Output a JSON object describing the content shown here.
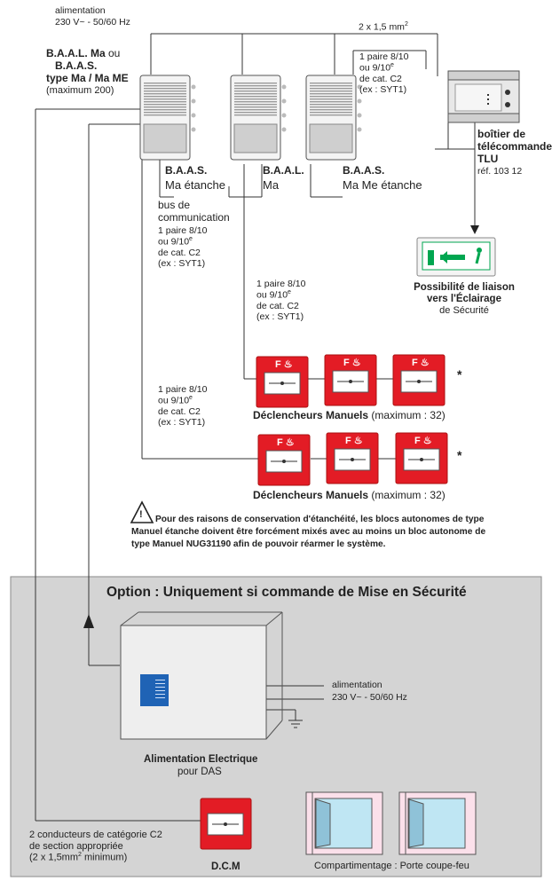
{
  "top_supply": {
    "title": "alimentation",
    "voltage": "230 V~ - 50/60 Hz"
  },
  "baal_group": {
    "line1": "B.A.A.L. Ma",
    "line1_suffix": " ou",
    "line2": "B.A.A.S.",
    "line3": "type Ma / Ma ME",
    "note": "(maximum 200)"
  },
  "wire_top": {
    "label": "2 x 1,5 mm",
    "sup": "2"
  },
  "cable_c2": {
    "l1": "1 paire 8/10",
    "l2": "ou 9/10",
    "deg": "e",
    "l3": "de cat. C2",
    "l4": "(ex : SYT1)"
  },
  "units": [
    {
      "title": "B.A.A.S.",
      "subtitle": "Ma étanche"
    },
    {
      "title": "B.A.A.L.",
      "subtitle": "Ma"
    },
    {
      "title": "B.A.A.S.",
      "subtitle": "Ma Me étanche"
    }
  ],
  "tlu": {
    "line1": "boîtier de",
    "line2": "télécommande",
    "line3": "TLU",
    "ref": "réf. 103 12"
  },
  "bus": {
    "l1": "bus de",
    "l2": "communication"
  },
  "exit_sign": {
    "l1": "Possibilité de liaison",
    "l2": "vers l'Éclairage",
    "l3": "de Sécurité"
  },
  "call_point_label": "F",
  "asterisk": "*",
  "manual_group_1": {
    "title": "Déclencheurs Manuels",
    "note": " (maximum : 32)"
  },
  "manual_group_2": {
    "title": "Déclencheurs Manuels",
    "note": " (maximum : 32)"
  },
  "warning": {
    "symbol": "!",
    "l1": "Pour des raisons de conservation d'étanchéité, les blocs autonomes de type",
    "l2": "Manuel étanche doivent être forcément mixés avec au moins un bloc autonome de",
    "l3": "type Manuel NUG31190 afin de pouvoir réarmer le système."
  },
  "option": {
    "title": "Option : Uniquement si commande de Mise en Sécurité",
    "supply": {
      "title": "alimentation",
      "voltage": "230 V~ - 50/60 Hz"
    },
    "psu": {
      "title": "Alimentation Electrique",
      "subtitle": "pour DAS"
    },
    "wire_note": {
      "l1": "2 conducteurs de catégorie C2",
      "l2": "de section appropriée",
      "l3": "(2 x 1,5mm",
      "sup": "2",
      "l3b": " minimum)"
    },
    "dcm": "D.C.M",
    "doors": "Compartimentage : Porte coupe-feu"
  },
  "colors": {
    "red": "#e31c25",
    "panel_grey": "#d4d4d4",
    "line": "#333333",
    "blue_screen": "#1f63b5",
    "green_sign": "#00a650"
  }
}
